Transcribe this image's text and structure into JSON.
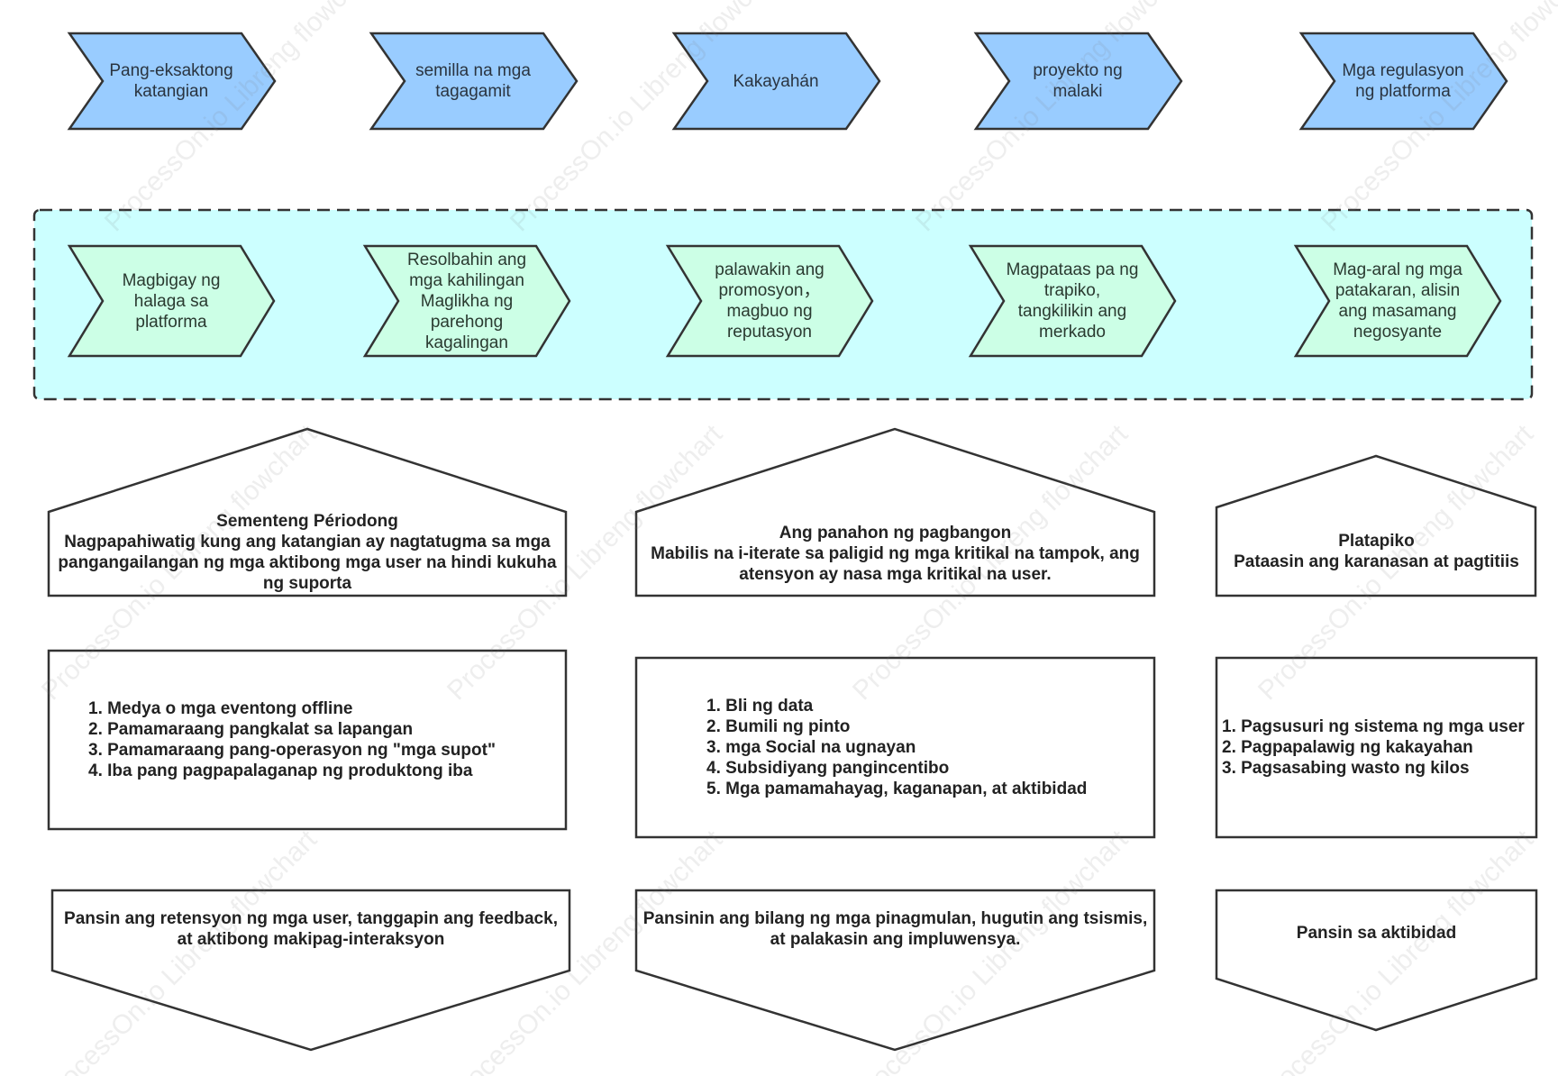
{
  "watermark": "ProcessOn.io Libreng flowchart",
  "colors": {
    "top_fill": "#99ccff",
    "mid_fill": "#ccffe6",
    "band_fill": "#ccffff",
    "stroke": "#333333"
  },
  "top_stages": [
    {
      "label": "Pang-eksaktong\nkatangian"
    },
    {
      "label": "semilla na mga\ntagagamit"
    },
    {
      "label": "Kakayahán"
    },
    {
      "label": "proyekto ng\nmalaki"
    },
    {
      "label": "Mga regulasyon\nng platforma"
    }
  ],
  "goal_stages": [
    {
      "label": "Magbigay ng\nhalaga sa\nplatforma"
    },
    {
      "label": "Resolbahin ang\nmga kahilingan\nMaglikha ng\nparehong\nkagalingan"
    },
    {
      "label": "palawakin ang\npromosyon，\nmagbuo ng\nreputasyon"
    },
    {
      "label": "Magpataas pa ng\ntrapiko,\ntangkilikin ang\nmerkado"
    },
    {
      "label": "Mag-aral ng mga\npatakaran, alisin\nang masamang\nnegosyante"
    }
  ],
  "phases": [
    {
      "title": "Sementeng Périodong",
      "description": "Nagpapahiwatig kung ang katangian ay nagtatugma sa mga pangangailangan ng mga aktibong mga user na hindi kukuha ng suporta"
    },
    {
      "title": "Ang panahon ng pagbangon",
      "description": "Mabilis na i-iterate sa paligid ng mga kritikal na tampok, ang atensyon ay nasa mga kritikal na user."
    },
    {
      "title": "Platapiko",
      "description": "Pataasin ang karanasan at pagtitiis"
    }
  ],
  "methods": [
    {
      "items": [
        "1. Medya o mga eventong offline",
        "2. Pamamaraang pangkalat sa lapangan",
        "3. Pamamaraang pang-operasyon ng \"mga supot\"",
        "4. Iba pang pagpapalaganap ng produktong iba"
      ]
    },
    {
      "items": [
        "1. Bli ng data",
        "2. Bumili ng pinto",
        "3. mga Social na ugnayan",
        "4. Subsidiyang pangincentibo",
        "5. Mga pamamahayag, kaganapan, at aktibidad"
      ]
    },
    {
      "items": [
        "1. Pagsusuri ng sistema ng mga user",
        "2. Pagpapalawig ng kakayahan",
        "3. Pagsasabing wasto ng kilos"
      ]
    }
  ],
  "metrics": [
    {
      "label": "Pansin ang retensyon ng mga user, tanggapin ang feedback, at aktibong makipag-interaksyon"
    },
    {
      "label": "Pansinin ang bilang ng mga pinagmulan, hugutin ang tsismis, at palakasin ang impluwensya."
    },
    {
      "label": "Pansin sa aktibidad"
    }
  ]
}
